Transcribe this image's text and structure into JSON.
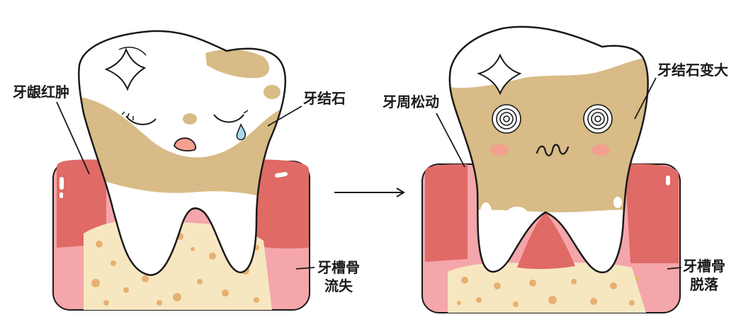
{
  "left_panel": {
    "labels": {
      "swollen_gums": "牙龈红肿",
      "tartar": "牙结石",
      "bone_loss_line1": "牙槽骨",
      "bone_loss_line2": "流失"
    }
  },
  "right_panel": {
    "labels": {
      "loose_tooth": "牙周松动",
      "tartar_bigger": "牙结石变大",
      "bone_loss_line1": "牙槽骨",
      "bone_loss_line2": "脱落"
    }
  },
  "colors": {
    "gum": "#e06a66",
    "gum_light": "#f4a6aa",
    "bone": "#f6e7c1",
    "bone_dots": "#e8b070",
    "tartar": "#d8bb86",
    "enamel": "#ffffff",
    "outline": "#1a1a1a",
    "tear": "#a8d8ea",
    "blush": "#f4a090"
  },
  "icons": [
    "progression-arrow-icon"
  ]
}
